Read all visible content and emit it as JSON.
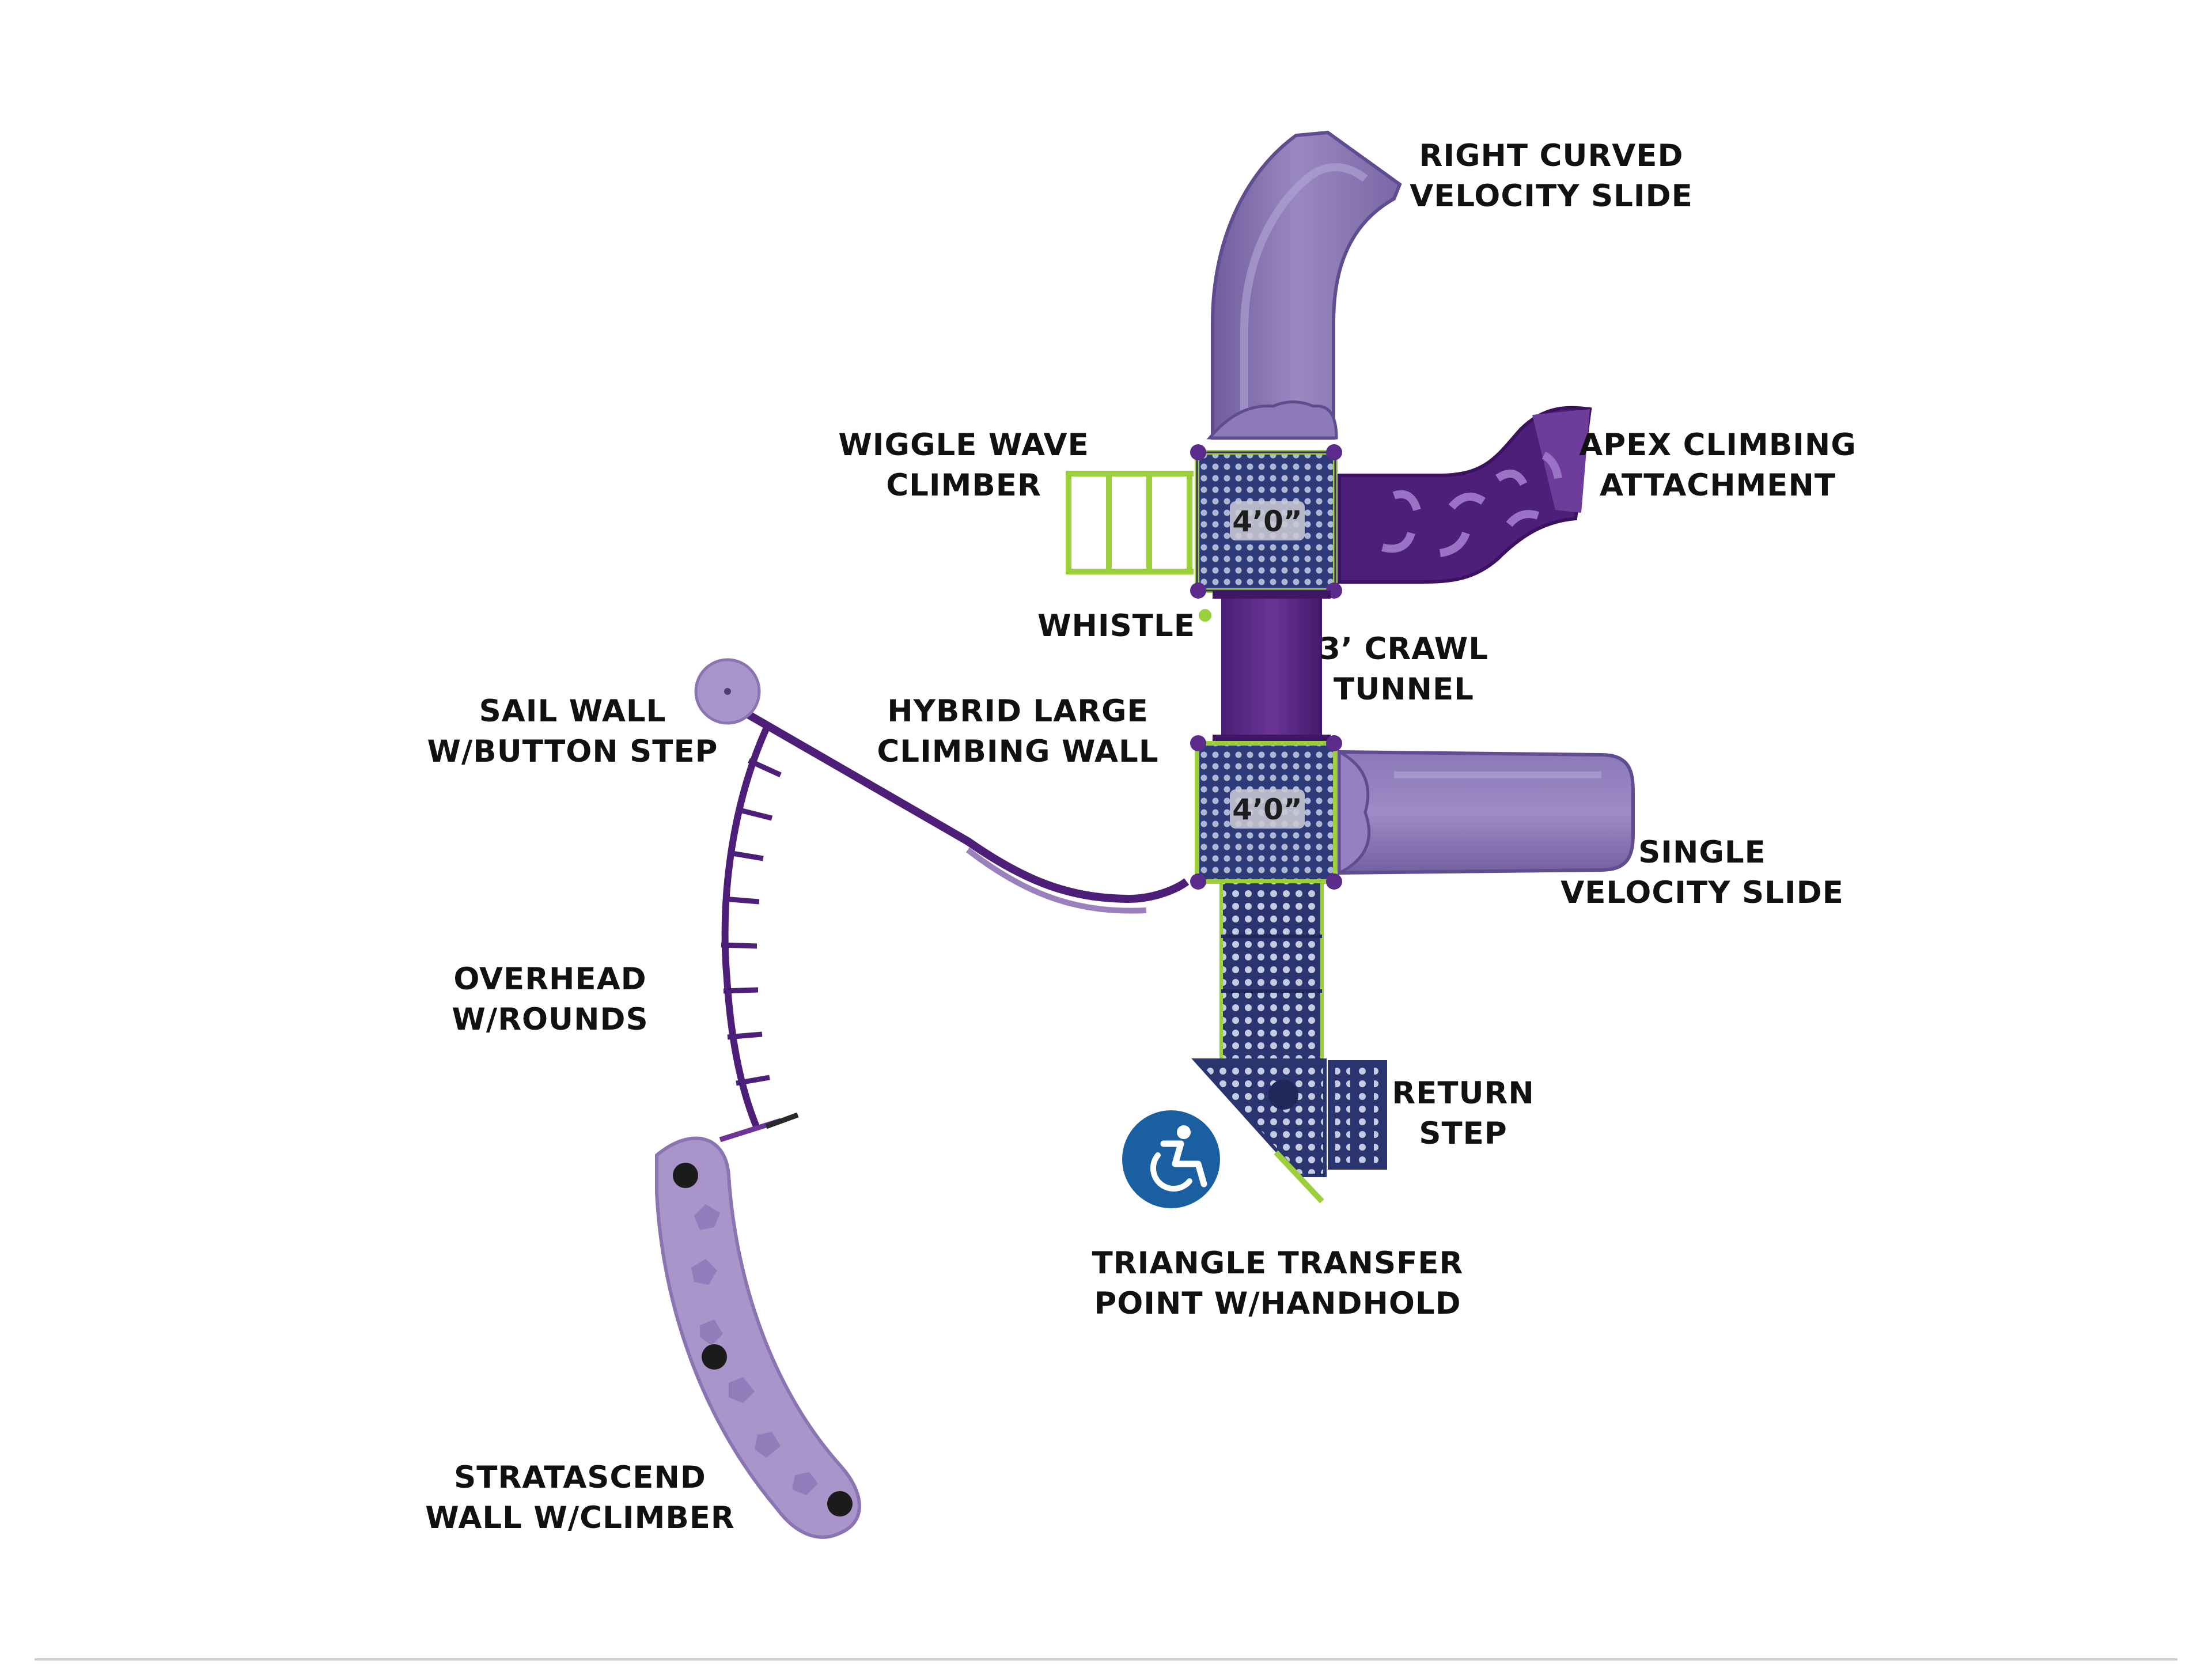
{
  "colors": {
    "slide_light": "#8f7cb7",
    "slide_mid": "#7a67a6",
    "tunnel_dark": "#5a2b8a",
    "apex_dark": "#4d1f78",
    "deck_blue": "#2d3a78",
    "accent_green": "#9ccf3c",
    "stratascend": "#a995c9",
    "access_blue": "#1a5fa0"
  },
  "labels": {
    "right_curved_slide": [
      "RIGHT CURVED",
      "VELOCITY SLIDE"
    ],
    "wiggle_wave": [
      "WIGGLE WAVE",
      "CLIMBER"
    ],
    "apex": [
      "APEX CLIMBING",
      "ATTACHMENT"
    ],
    "whistle": [
      "WHISTLE"
    ],
    "crawl_tunnel": [
      "3’ CRAWL",
      "TUNNEL"
    ],
    "sail_wall": [
      "SAIL WALL",
      "W/BUTTON STEP"
    ],
    "hybrid_wall": [
      "HYBRID LARGE",
      "CLIMBING WALL"
    ],
    "single_slide": [
      "SINGLE",
      "VELOCITY SLIDE"
    ],
    "overhead": [
      "OVERHEAD",
      "W/ROUNDS"
    ],
    "return_step": [
      "RETURN",
      "STEP"
    ],
    "transfer_point": [
      "TRIANGLE TRANSFER",
      "POINT W/HANDHOLD"
    ],
    "stratascend": [
      "STRATASCEND",
      "WALL W/CLIMBER"
    ]
  },
  "decks": {
    "upper_height": "4’0”",
    "lower_height": "4’0”"
  },
  "icons": {
    "accessibility": "wheelchair-accessibility-icon"
  }
}
